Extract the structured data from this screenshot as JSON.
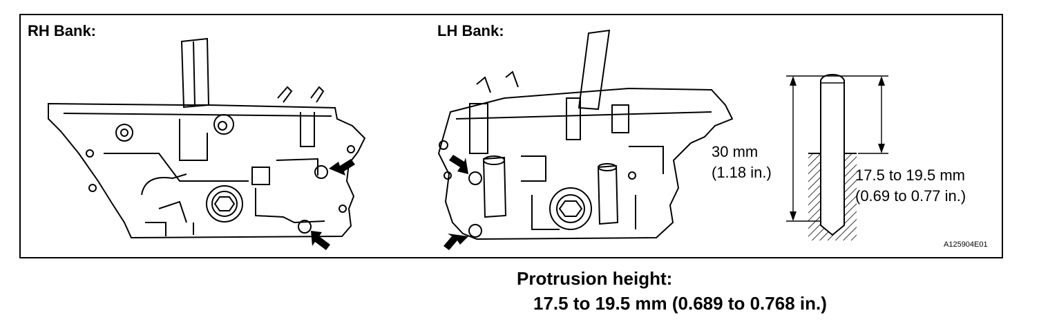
{
  "labels": {
    "rh_bank": "RH Bank:",
    "lh_bank": "LH Bank:",
    "dim_30_mm": "30 mm",
    "dim_30_in": "(1.18 in.)",
    "dim_range_mm": "17.5 to 19.5 mm",
    "dim_range_in": "(0.69 to 0.77 in.)",
    "figure_code": "A125904E01"
  },
  "caption": {
    "title": "Protrusion height:",
    "value": "17.5 to 19.5 mm (0.689 to 0.768 in.)"
  }
}
